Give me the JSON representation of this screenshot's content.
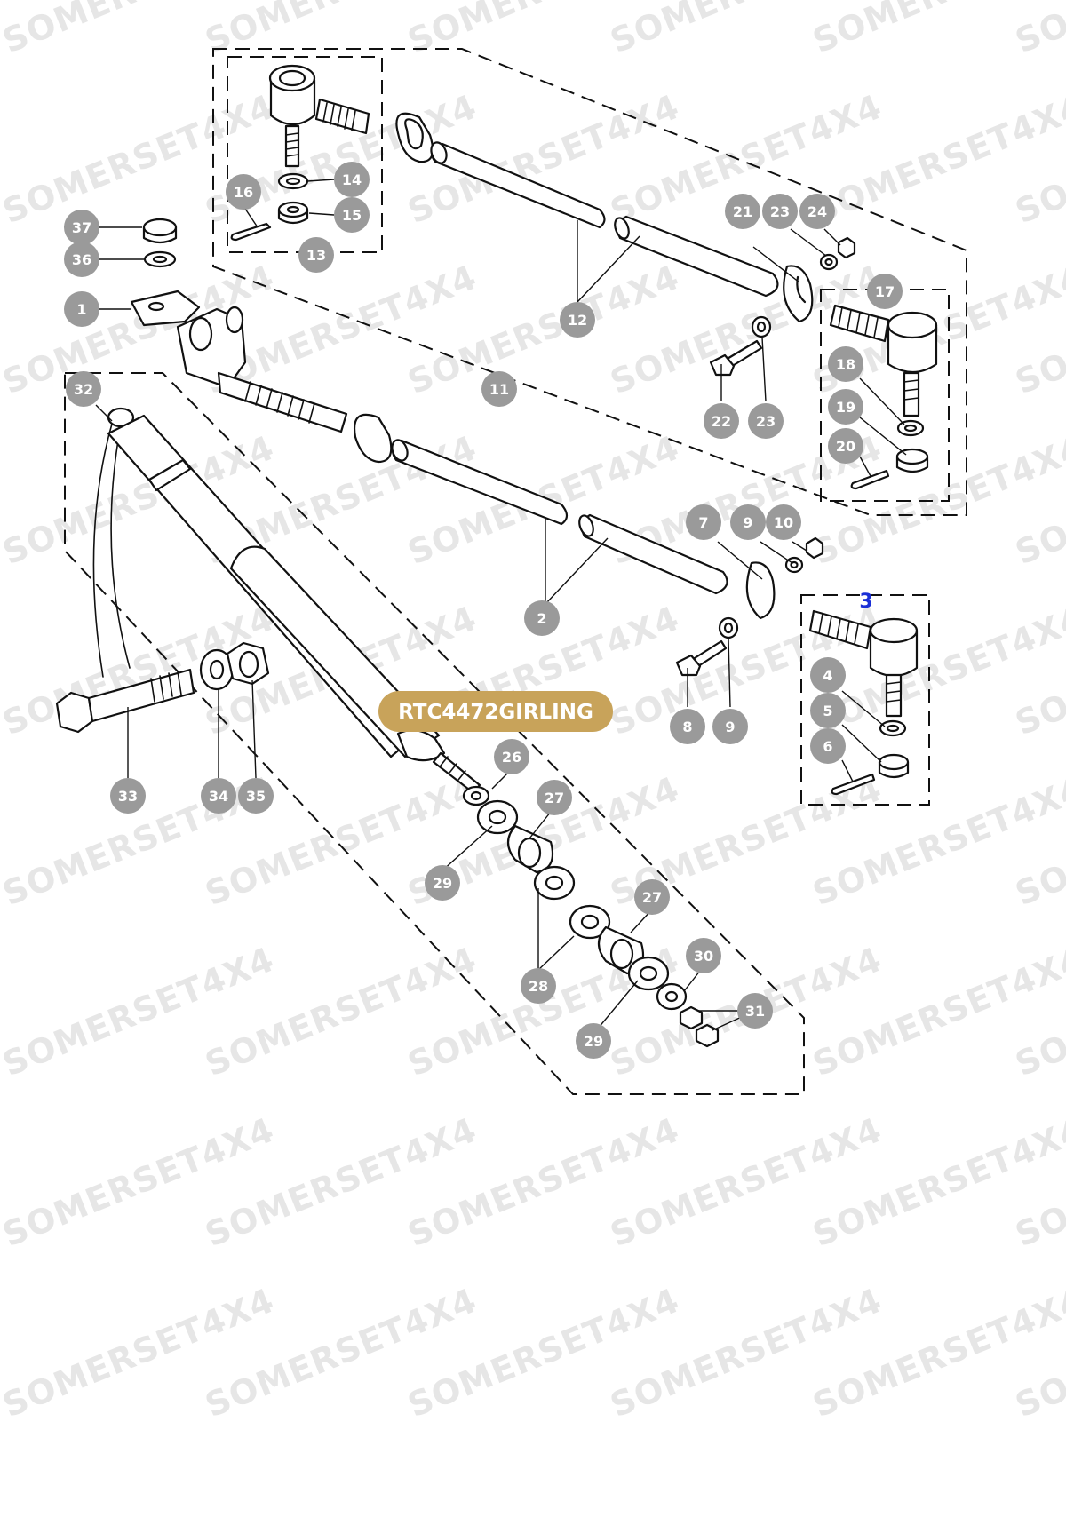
{
  "watermark": "SOMERSET4X4",
  "highlight": {
    "label": "RTC4472GIRLING",
    "color": "#c8a35a"
  },
  "assembly_label": {
    "text": "3",
    "color": "#1a2fd6"
  },
  "callout_color": "#9a9a9a",
  "callouts": [
    {
      "id": "37",
      "label": "37"
    },
    {
      "id": "36",
      "label": "36"
    },
    {
      "id": "1",
      "label": "1"
    },
    {
      "id": "16",
      "label": "16"
    },
    {
      "id": "14",
      "label": "14"
    },
    {
      "id": "15",
      "label": "15"
    },
    {
      "id": "13",
      "label": "13"
    },
    {
      "id": "12",
      "label": "12"
    },
    {
      "id": "21",
      "label": "21"
    },
    {
      "id": "23a",
      "label": "23"
    },
    {
      "id": "24",
      "label": "24"
    },
    {
      "id": "17",
      "label": "17"
    },
    {
      "id": "18",
      "label": "18"
    },
    {
      "id": "19",
      "label": "19"
    },
    {
      "id": "20",
      "label": "20"
    },
    {
      "id": "22",
      "label": "22"
    },
    {
      "id": "23b",
      "label": "23"
    },
    {
      "id": "11",
      "label": "11"
    },
    {
      "id": "32",
      "label": "32"
    },
    {
      "id": "7",
      "label": "7"
    },
    {
      "id": "9a",
      "label": "9"
    },
    {
      "id": "10",
      "label": "10"
    },
    {
      "id": "2",
      "label": "2"
    },
    {
      "id": "4",
      "label": "4"
    },
    {
      "id": "5",
      "label": "5"
    },
    {
      "id": "6",
      "label": "6"
    },
    {
      "id": "8",
      "label": "8"
    },
    {
      "id": "9b",
      "label": "9"
    },
    {
      "id": "33",
      "label": "33"
    },
    {
      "id": "34",
      "label": "34"
    },
    {
      "id": "35",
      "label": "35"
    },
    {
      "id": "26",
      "label": "26"
    },
    {
      "id": "27a",
      "label": "27"
    },
    {
      "id": "29a",
      "label": "29"
    },
    {
      "id": "28",
      "label": "28"
    },
    {
      "id": "27b",
      "label": "27"
    },
    {
      "id": "30",
      "label": "30"
    },
    {
      "id": "31",
      "label": "31"
    },
    {
      "id": "29b",
      "label": "29"
    }
  ]
}
